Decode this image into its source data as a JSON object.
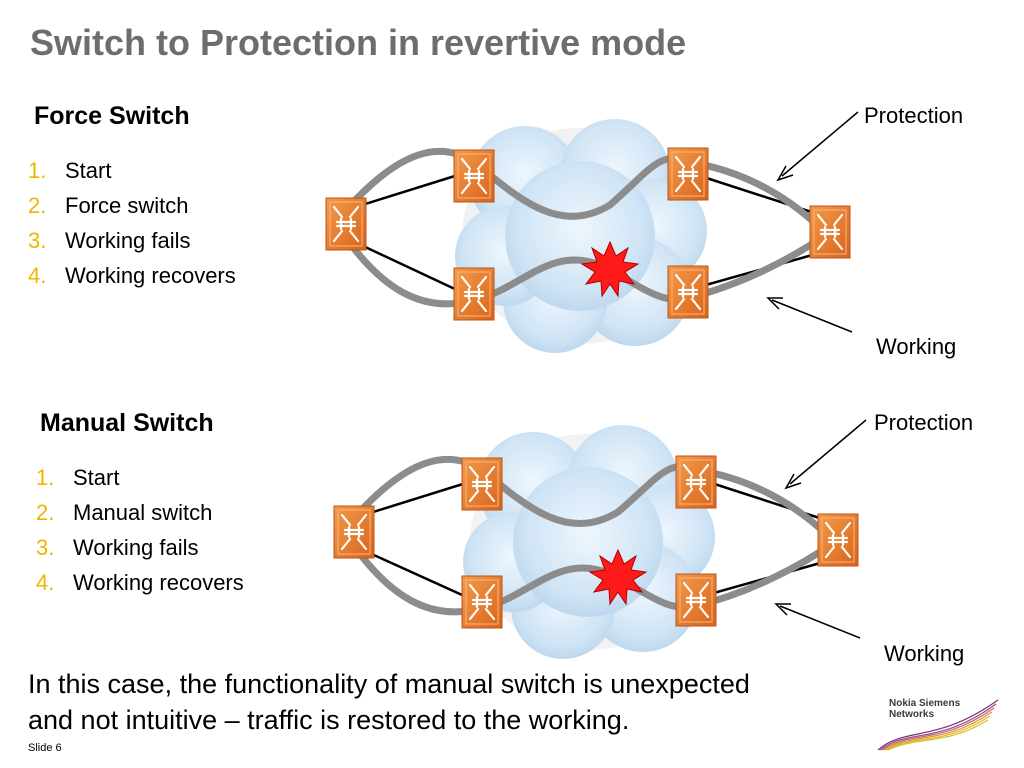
{
  "slide": {
    "title": "Switch to Protection in revertive mode",
    "slide_number": "Slide 6",
    "conclusion_line1": "In this case, the functionality of manual switch is unexpected",
    "conclusion_line2": "and not intuitive – traffic is restored to the working.",
    "logo_line1": "Nokia Siemens",
    "logo_line2": "Networks"
  },
  "sections": [
    {
      "heading": "Force Switch",
      "steps": [
        {
          "num": "1.",
          "text": "Start"
        },
        {
          "num": "2.",
          "text": "Force switch"
        },
        {
          "num": "3.",
          "text": "Working fails"
        },
        {
          "num": "4.",
          "text": "Working recovers"
        }
      ],
      "protection_label": "Protection",
      "working_label": "Working"
    },
    {
      "heading": "Manual Switch",
      "steps": [
        {
          "num": "1.",
          "text": "Start"
        },
        {
          "num": "2.",
          "text": "Manual switch"
        },
        {
          "num": "3.",
          "text": "Working fails"
        },
        {
          "num": "4.",
          "text": "Working recovers"
        }
      ],
      "protection_label": "Protection",
      "working_label": "Working"
    }
  ],
  "colors": {
    "title": "#6d6d6d",
    "step_number": "#f0b400",
    "switch_node": "#e8782a",
    "path": "#8c8c8c",
    "failure_burst": "#ff1a1a",
    "cloud": "#cfe4f5"
  },
  "icons": [
    "switch-node-icon",
    "failure-burst-icon",
    "cloud-network",
    "logo-swoosh"
  ]
}
